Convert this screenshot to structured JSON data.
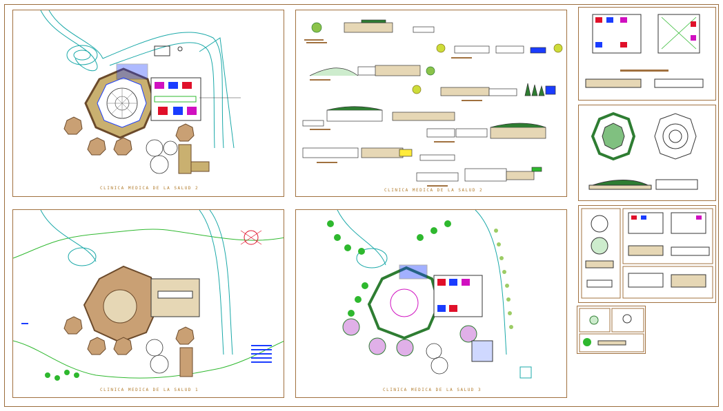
{
  "sheet": {
    "captions": {
      "site_plan": "CLINICA MEDICA DE LA SALUD 2",
      "elevations": "CLINICA MEDICA DE LA SALUD 2",
      "roof_plan": "CLINICA MEDICA DE LA SALUD 1",
      "landscape_plan": "CLINICA MEDICA DE LA SALUD 3"
    }
  },
  "colors": {
    "frame": "#a0703e",
    "wall": "#6b4a2b",
    "green": "#2eb82e",
    "blue": "#1a3cff",
    "red": "#e0102a",
    "magenta": "#d010c0",
    "cyan": "#19a8a8"
  }
}
